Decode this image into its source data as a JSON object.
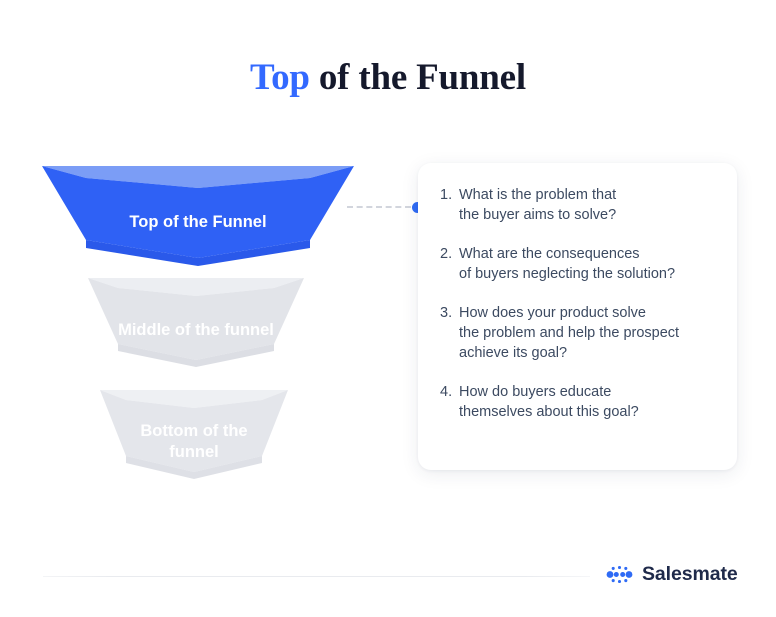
{
  "title": {
    "accent_text": "Top",
    "rest_text": " of the Funnel"
  },
  "funnel": {
    "stages": [
      {
        "label": "Top of the Funnel",
        "state": "active",
        "color_body": "#2f61f5",
        "color_top": "#87a6f7"
      },
      {
        "label": "Middle of the funnel",
        "state": "inactive",
        "color_body": "#e2e4e9",
        "color_top": "#eceef2"
      },
      {
        "label": "Bottom of the\nfunnel",
        "state": "inactive",
        "color_body": "#e4e6eb",
        "color_top": "#eef0f3"
      }
    ]
  },
  "connector": {
    "dot_color": "#2f6bf5",
    "line_style": "dashed",
    "line_color": "#d2d5dd"
  },
  "card": {
    "questions": [
      {
        "number": "1.",
        "text": "What is the problem that\nthe buyer aims to solve?"
      },
      {
        "number": "2.",
        "text": "What are the consequences\nof buyers neglecting the solution?"
      },
      {
        "number": "3.",
        "text": "How does your product solve\nthe problem and help the prospect\nachieve its goal?"
      },
      {
        "number": "4.",
        "text": "How do buyers educate\nthemselves about this goal?"
      }
    ]
  },
  "footer": {
    "brand_name": "Salesmate",
    "brand_color": "#1f2a4a",
    "mark_color": "#2f6bf5"
  }
}
